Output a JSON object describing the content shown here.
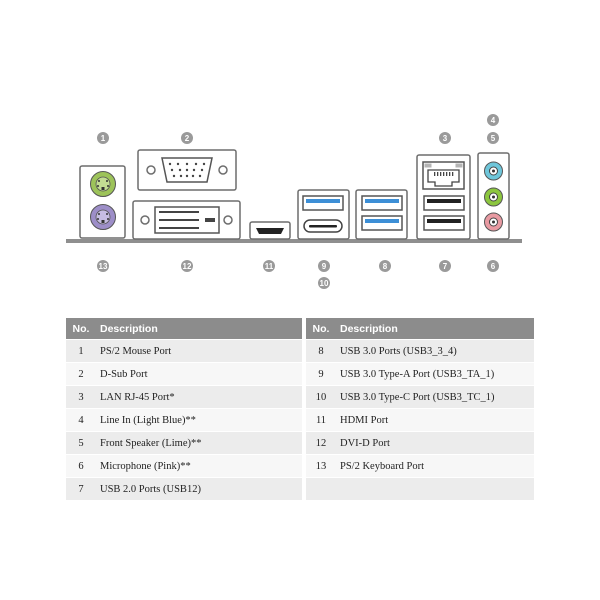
{
  "callouts": [
    "1",
    "2",
    "3",
    "4",
    "5",
    "6",
    "7",
    "8",
    "9",
    "10",
    "11",
    "12",
    "13"
  ],
  "table": {
    "header_no": "No.",
    "header_desc": "Description",
    "left_rows": [
      {
        "no": "1",
        "desc": "PS/2 Mouse Port"
      },
      {
        "no": "2",
        "desc": "D-Sub Port"
      },
      {
        "no": "3",
        "desc": "LAN RJ-45 Port*"
      },
      {
        "no": "4",
        "desc": "Line In (Light Blue)**"
      },
      {
        "no": "5",
        "desc": "Front Speaker (Lime)**"
      },
      {
        "no": "6",
        "desc": "Microphone (Pink)**"
      },
      {
        "no": "7",
        "desc": "USB 2.0 Ports (USB12)"
      }
    ],
    "right_rows": [
      {
        "no": "8",
        "desc": "USB 3.0 Ports (USB3_3_4)"
      },
      {
        "no": "9",
        "desc": "USB 3.0 Type-A Port (USB3_TA_1)"
      },
      {
        "no": "10",
        "desc": "USB 3.0 Type-C Port (USB3_TC_1)"
      },
      {
        "no": "11",
        "desc": "HDMI Port"
      },
      {
        "no": "12",
        "desc": "DVI-D Port"
      },
      {
        "no": "13",
        "desc": "PS/2 Keyboard Port"
      },
      {
        "no": "",
        "desc": ""
      }
    ]
  },
  "colors": {
    "outline": "#6d6d6d",
    "badge": "#9a9a9a",
    "usb3_blue": "#3d8fd6",
    "ps2_mouse": "#9dc35a",
    "ps2_keyboard": "#9d8ec8",
    "audio_line_in": "#6ec6da",
    "audio_speaker": "#8cc63f",
    "audio_mic": "#e89aa2",
    "header_bg": "#8c8c8c"
  }
}
